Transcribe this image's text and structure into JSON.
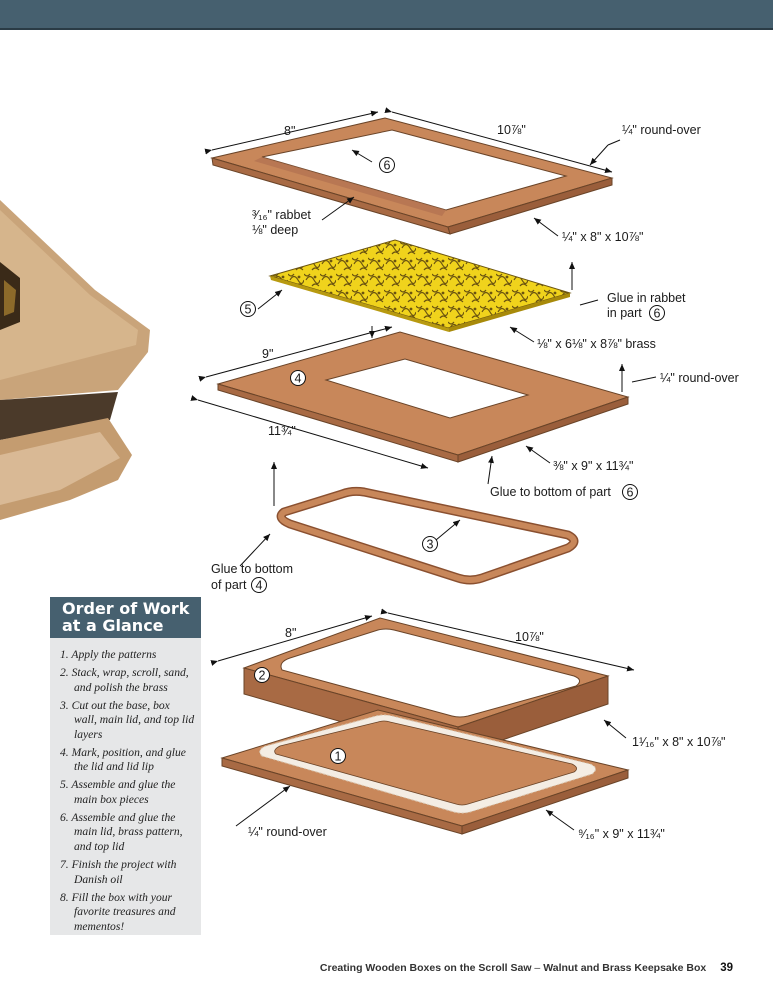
{
  "header_bar_color": "#46606f",
  "diagram": {
    "top_lid": {
      "width_label": "8\"",
      "length_label": "10⅞\"",
      "roundover_label": "¼\" round-over",
      "part_number": "6",
      "rabbet_label_1": "³⁄₁₆\" rabbet",
      "rabbet_label_2": "⅛\" deep",
      "size_label": "¼\" x 8\" x 10⅞\""
    },
    "brass": {
      "part_number": "5",
      "glue_label_1": "Glue in rabbet",
      "glue_label_2": "in part",
      "glue_part": "6",
      "size_label": "⅛\"  x  6⅛\"  x  8⅞\"  brass"
    },
    "main_lid": {
      "width_label": "9\"",
      "length_label": "11¾\"",
      "roundover_label": "¼\" round-over",
      "part_number": "4",
      "size_label": "⅜\" x 9\" x 11¾\"",
      "glue_label": "Glue to bottom of part",
      "glue_part": "6"
    },
    "lid_lip": {
      "part_number": "3",
      "glue_label_1": "Glue to bottom",
      "glue_label_2": "of part",
      "glue_part": "4"
    },
    "box_wall": {
      "width_label": "8\"",
      "length_label": "10⅞\"",
      "part_number": "2",
      "size_label": "1¹⁄₁₆\" x 8\" x 10⅞\""
    },
    "base": {
      "part_number": "1",
      "roundover_label": "¼\" round-over",
      "size_label": "⁹⁄₁₆\" x 9\" x 11¾\""
    }
  },
  "sidebar": {
    "title_line_1": "Order of Work",
    "title_line_2": "at a Glance",
    "steps": [
      "1. Apply the patterns",
      "2. Stack, wrap, scroll, sand, and polish the brass",
      "3. Cut out the base, box wall, main lid, and top lid layers",
      "4. Mark, position, and glue the lid and lid lip",
      "5. Assemble and glue the main box pieces",
      "6. Assemble and glue the main lid, brass pattern, and top lid",
      "7. Finish the project with Danish oil",
      "8. Fill the box with your favorite treasures and mementos!"
    ]
  },
  "footer": {
    "book_title": "Creating Wooden Boxes on the Scroll Saw",
    "separator": " – ",
    "chapter": "Walnut and Brass Keepsake Box",
    "page_number": "39"
  },
  "colors": {
    "wood": "#c8875a",
    "wood_dark": "#a86a44",
    "brass": "#f0d31c",
    "sidebar_bg": "#e6e7e8"
  }
}
